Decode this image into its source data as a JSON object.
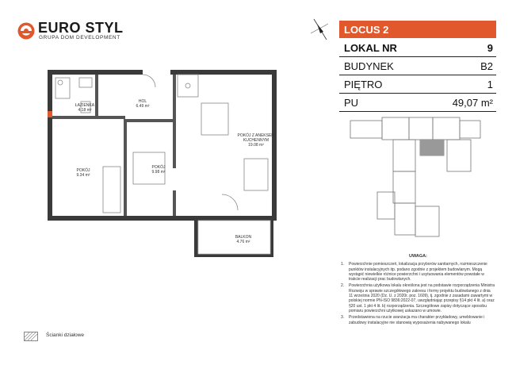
{
  "brand": {
    "name": "EURO STYL",
    "subtitle": "GRUPA DOM DEVELOPMENT"
  },
  "colors": {
    "accent": "#e0582b",
    "wall": "#3a3a3a"
  },
  "panel": {
    "header": "LOCUS 2",
    "rows": [
      {
        "key": "LOKAL NR",
        "value": "9",
        "bold": true
      },
      {
        "key": "BUDYNEK",
        "value": "B2",
        "bold": false
      },
      {
        "key": "PIĘTRO",
        "value": "1",
        "bold": false
      },
      {
        "key": "PU",
        "value": "49,07 m²",
        "bold": false
      }
    ]
  },
  "rooms": {
    "hol": {
      "name": "HOL",
      "area": "6.49 m²"
    },
    "lazienka": {
      "name": "ŁAZIENKA",
      "area": "4.18 m²"
    },
    "pokoj_aneks": {
      "name": "POKÓJ Z ANEKSEM KUCHENNYM",
      "area": "19.08 m²"
    },
    "pokoj1": {
      "name": "POKÓJ",
      "area": "9.34 m²"
    },
    "pokoj2": {
      "name": "POKÓJ",
      "area": "9.98 m²"
    },
    "balkon": {
      "name": "BALKON",
      "area": "4.76 m²"
    }
  },
  "notes": {
    "title": "UWAGA:",
    "items": [
      {
        "n": "1.",
        "text": "Powierzchnie pomieszczeń, lokalizacja przyborów sanitarnych, rozmieszczenie punktów instalacyjnych itp. podano zgodnie z projektem budowlanym. Mogą wystąpić niewielkie różnice powierzchni i usytuowania elementów powstałe w trakcie realizacji prac budowlanych."
      },
      {
        "n": "2.",
        "text": "Powierzchnia użytkowa lokalu określona jest na podstawie rozporządzenia Ministra Rozwoju w sprawie szczegółowego zakresu i formy projektu budowlanego z dnia 11 września 2020 (Dz. U. z 2020r. poz. 1609), tj. zgodnie z zasadami zawartymi w polskiej normie PN-ISO 9836:2022-07, uwzględniając przepisy §14 pkt 4 lit. a) oraz §20 ust. 1 pkt 4 lit. b) rozporządzenia. Szczegółowe zapisy dotyczące sposobu pomiaru powierzchni użytkowej uskazano w umowie."
      },
      {
        "n": "3.",
        "text": "Przedstawiona na rzucie aranżacja ma charakter przykładowy, umeblowanie i zabudowy instalacyjne nie stanowią wyposażenia nabywanego lokalu"
      }
    ]
  },
  "legend": {
    "label": "Ścianki działowe"
  }
}
